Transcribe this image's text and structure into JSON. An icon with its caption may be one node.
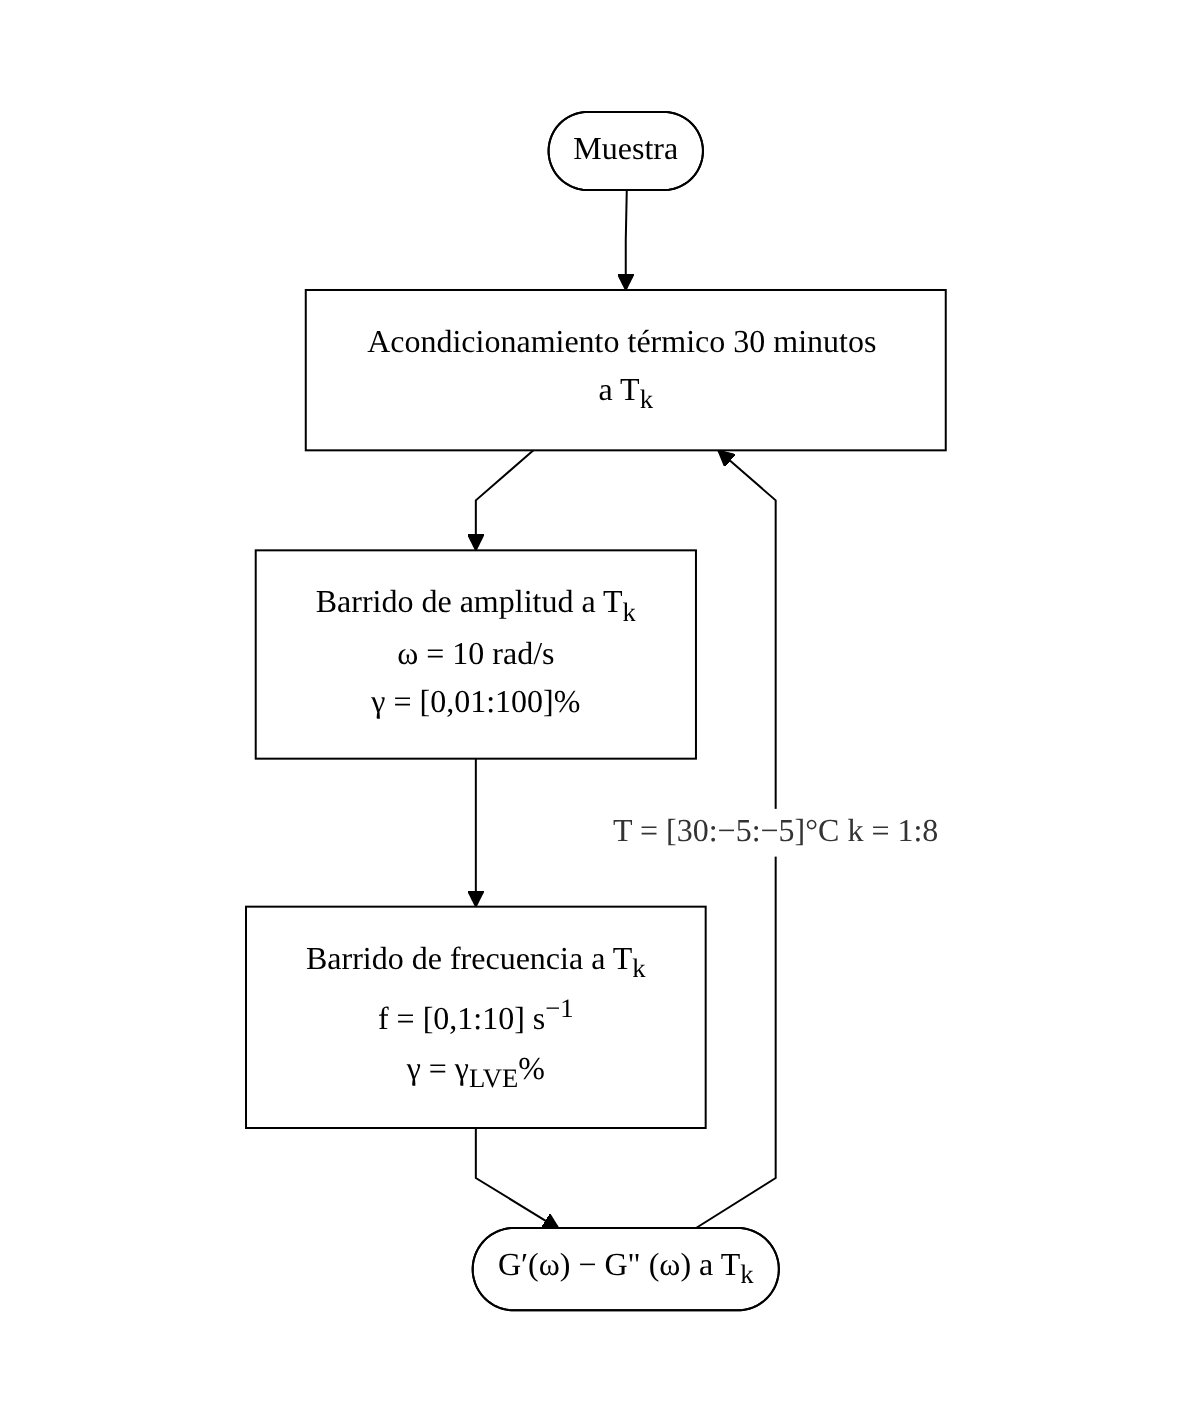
{
  "diagram": {
    "nodes": [
      {
        "text": [
          "Muestra"
        ]
      },
      {
        "text": [
          "Acondicionamiento térmico 30 minutos a T$_{k}$"
        ]
      },
      {
        "text": [
          "Barrido de amplitud a T$_{k}$",
          "ω = 10 rad/s",
          "γ = [0,01:100]%"
        ]
      },
      {
        "text": [
          "Barrido de frecuencia a T$_{k}$",
          "f = [0,1:10] s$^{−1}$",
          "γ = γ$_{LVE}$%"
        ]
      },
      {
        "text": [
          "G′(ω) − G\" (ω) a T$_{k}$"
        ]
      }
    ],
    "edges": [
      {
        "from": 0,
        "to": 1,
        "arrow": "to"
      },
      {
        "from": 1,
        "to": 2,
        "arrow": "to"
      },
      {
        "from": 2,
        "to": 3,
        "arrow": "to"
      },
      {
        "from": 3,
        "to": 4,
        "arrow": "to"
      },
      {
        "from": 4,
        "to": 1,
        "arrow": "to",
        "label": "T = [30:−5:−5]°C k = 1:8"
      }
    ]
  }
}
